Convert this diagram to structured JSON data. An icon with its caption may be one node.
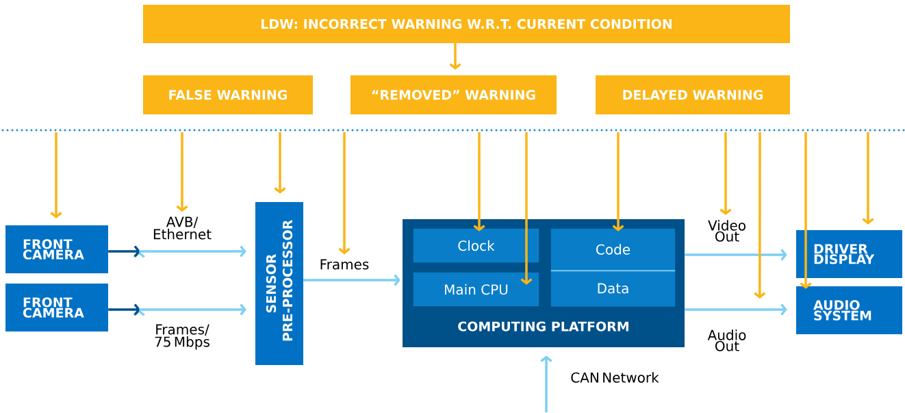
{
  "diagram": {
    "nodes": [
      {
        "text": [
          "LDW: INCORRECT WARNING W.R.T. CURRENT CONDITION"
        ]
      },
      {
        "text": [
          "FALSE WARNING"
        ]
      },
      {
        "text": [
          "“REMOVED” WARNING"
        ]
      },
      {
        "text": [
          "DELAYED WARNING"
        ]
      },
      {
        "text": [
          "FRONT CAMERA"
        ]
      },
      {
        "text": [
          "FRONT CAMERA"
        ]
      },
      {
        "text": [
          "SENSOR PRE-PROCESSOR"
        ]
      },
      {
        "text": [
          "COMPUTING PLATFORM"
        ]
      },
      {
        "text": [
          "Clock"
        ],
        "in": 7
      },
      {
        "text": [
          "Main CPU"
        ],
        "in": 7
      },
      {
        "text": [
          "Code"
        ],
        "in": 7
      },
      {
        "text": [
          "Data"
        ],
        "in": 7
      },
      {
        "text": [
          "DRIVER DISPLAY"
        ]
      },
      {
        "text": [
          "AUDIO SYSTEM"
        ]
      },
      {
        "text": [
          "AVB/ Ethernet"
        ]
      },
      {
        "text": [
          "Frames"
        ]
      },
      {
        "text": [
          "Video Out"
        ]
      }
    ],
    "edges": [
      {
        "from": 0,
        "to": 2,
        "arrow": "to"
      },
      {
        "from": 4,
        "to": 6,
        "arrow": "to",
        "color": "#7dcff4"
      },
      {
        "from": 5,
        "to": 6,
        "arrow": "to",
        "label": "Frames/ 75 Mbps",
        "color": "#7dcff4"
      },
      {
        "from": 6,
        "to": 7,
        "arrow": "to",
        "color": "#7dcff4"
      },
      {
        "from": 7,
        "to": 12,
        "arrow": "to",
        "color": "#7dcff4"
      },
      {
        "from": 7,
        "to": 13,
        "arrow": "to",
        "label": "Audio Out",
        "color": "#7dcff4"
      },
      {
        "from": null,
        "to": 7,
        "arrow": "to",
        "label": "CAN Network",
        "color": "#7dcff4"
      },
      {
        "from": null,
        "to": 4,
        "arrow": "to"
      },
      {
        "from": null,
        "to": 14,
        "arrow": "to"
      },
      {
        "from": null,
        "to": 6,
        "arrow": "to"
      },
      {
        "from": null,
        "to": 15,
        "arrow": "to"
      },
      {
        "from": null,
        "to": 8,
        "arrow": "to"
      },
      {
        "from": null,
        "to": 9,
        "arrow": "to"
      },
      {
        "from": null,
        "to": 10,
        "arrow": "to"
      },
      {
        "from": null,
        "to": 16,
        "arrow": "to"
      },
      {
        "from": null,
        "to": 13,
        "arrow": "to"
      },
      {
        "from": null,
        "to": 13,
        "arrow": "to"
      },
      {
        "from": null,
        "to": 12,
        "arrow": "to"
      }
    ]
  }
}
